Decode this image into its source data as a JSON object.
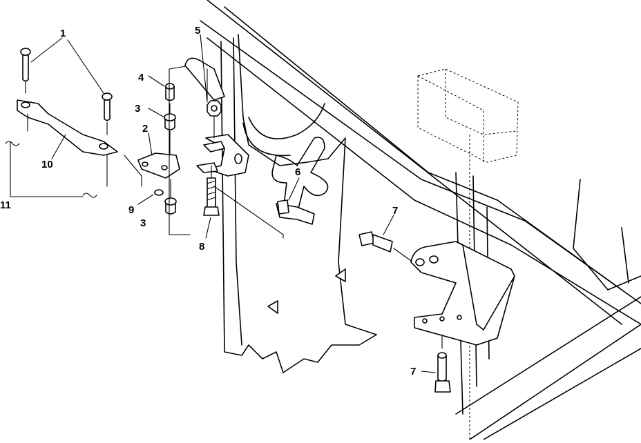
{
  "diagram": {
    "callouts": [
      {
        "id": "c1",
        "label": "1"
      },
      {
        "id": "c2",
        "label": "2"
      },
      {
        "id": "c3a",
        "label": "3"
      },
      {
        "id": "c3b",
        "label": "3"
      },
      {
        "id": "c4",
        "label": "4"
      },
      {
        "id": "c5",
        "label": "5"
      },
      {
        "id": "c6",
        "label": "6"
      },
      {
        "id": "c7a",
        "label": "7"
      },
      {
        "id": "c7b",
        "label": "7"
      },
      {
        "id": "c8",
        "label": "8"
      },
      {
        "id": "c9",
        "label": "9"
      },
      {
        "id": "c10",
        "label": "10"
      },
      {
        "id": "c11",
        "label": "11"
      }
    ]
  }
}
